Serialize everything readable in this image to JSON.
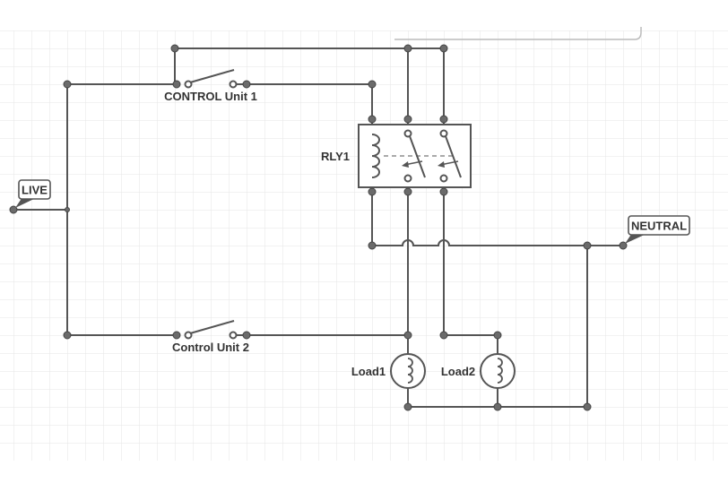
{
  "colors": {
    "wire": "#555555",
    "node": "#6b6b6b",
    "grid": "#e6e6e6",
    "text": "#333333",
    "background": "#ffffff"
  },
  "labels": {
    "live": "LIVE",
    "neutral": "NEUTRAL",
    "control_unit_1": "CONTROL Unit 1",
    "control_unit_2": "Control Unit 2",
    "relay": "RLY1",
    "load1": "Load1",
    "load2": "Load2"
  },
  "components": [
    {
      "name": "live-terminal",
      "type": "terminal"
    },
    {
      "name": "neutral-terminal",
      "type": "terminal"
    },
    {
      "name": "control-unit-1-switch",
      "type": "spst-switch"
    },
    {
      "name": "control-unit-2-switch",
      "type": "spst-switch"
    },
    {
      "name": "relay-rly1",
      "type": "dpst-relay"
    },
    {
      "name": "load1-lamp",
      "type": "lamp"
    },
    {
      "name": "load2-lamp",
      "type": "lamp"
    }
  ]
}
